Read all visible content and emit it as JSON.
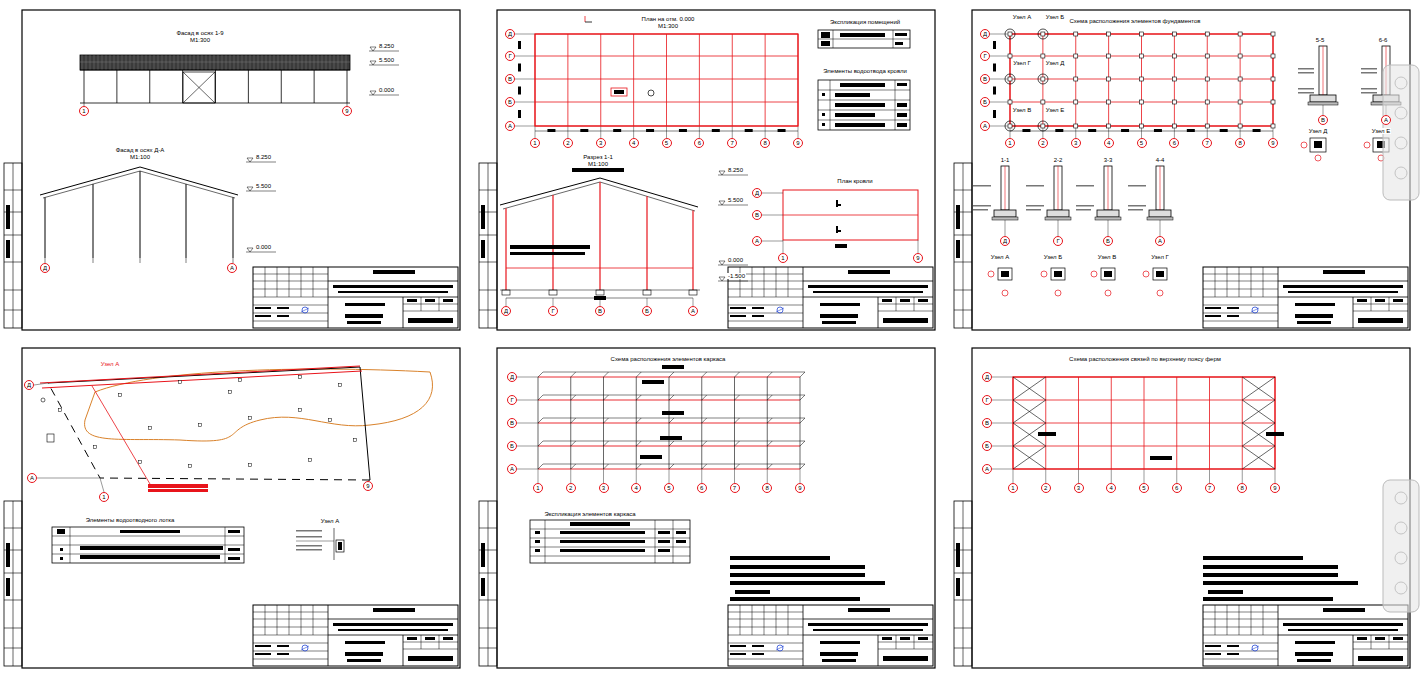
{
  "diagram": {
    "nodes": [
      {
        "text": [
          "1"
        ]
      },
      {
        "text": [
          "9"
        ]
      },
      {
        "text": [
          "Д"
        ]
      },
      {
        "text": [
          "А"
        ]
      },
      {
        "text": [
          "Д"
        ]
      },
      {
        "text": [
          "Г"
        ]
      },
      {
        "text": [
          "В"
        ]
      },
      {
        "text": [
          "Б"
        ]
      },
      {
        "text": [
          "А"
        ]
      },
      {
        "text": [
          "1"
        ]
      },
      {
        "text": [
          "2"
        ]
      },
      {
        "text": [
          "3"
        ]
      },
      {
        "text": [
          "4"
        ]
      },
      {
        "text": [
          "5"
        ]
      },
      {
        "text": [
          "6"
        ]
      },
      {
        "text": [
          "7"
        ]
      },
      {
        "text": [
          "8"
        ]
      },
      {
        "text": [
          "9"
        ]
      },
      {
        "text": [
          "Д"
        ]
      },
      {
        "text": [
          "Г"
        ]
      },
      {
        "text": [
          "В"
        ]
      },
      {
        "text": [
          "Б"
        ]
      },
      {
        "text": [
          "А"
        ]
      },
      {
        "text": [
          "Д"
        ]
      },
      {
        "text": [
          "В"
        ]
      },
      {
        "text": [
          "А"
        ]
      },
      {
        "text": [
          "1"
        ]
      },
      {
        "text": [
          "9"
        ]
      },
      {
        "text": [
          "Д"
        ]
      },
      {
        "text": [
          "Г"
        ]
      },
      {
        "text": [
          "В"
        ]
      },
      {
        "text": [
          "Б"
        ]
      },
      {
        "text": [
          "А"
        ]
      },
      {
        "text": [
          "1"
        ]
      },
      {
        "text": [
          "2"
        ]
      },
      {
        "text": [
          "3"
        ]
      },
      {
        "text": [
          "4"
        ]
      },
      {
        "text": [
          "5"
        ]
      },
      {
        "text": [
          "6"
        ]
      },
      {
        "text": [
          "7"
        ]
      },
      {
        "text": [
          "8"
        ]
      },
      {
        "text": [
          "9"
        ]
      },
      {
        "text": [
          "В"
        ]
      },
      {
        "text": [
          "А"
        ]
      },
      {
        "text": [
          "Д"
        ]
      },
      {
        "text": [
          "Г"
        ]
      },
      {
        "text": [
          "Б"
        ]
      },
      {
        "text": [
          "А"
        ]
      },
      {
        "text": [
          "Д"
        ]
      },
      {
        "text": [
          "А"
        ]
      },
      {
        "text": [
          "1"
        ]
      },
      {
        "text": [
          "9"
        ]
      },
      {
        "text": [
          "Д"
        ]
      },
      {
        "text": [
          "Г"
        ]
      },
      {
        "text": [
          "В"
        ]
      },
      {
        "text": [
          "Б"
        ]
      },
      {
        "text": [
          "А"
        ]
      },
      {
        "text": [
          "1"
        ]
      },
      {
        "text": [
          "2"
        ]
      },
      {
        "text": [
          "3"
        ]
      },
      {
        "text": [
          "4"
        ]
      },
      {
        "text": [
          "5"
        ]
      },
      {
        "text": [
          "6"
        ]
      },
      {
        "text": [
          "7"
        ]
      },
      {
        "text": [
          "8"
        ]
      },
      {
        "text": [
          "9"
        ]
      },
      {
        "text": [
          "Д"
        ]
      },
      {
        "text": [
          "Г"
        ]
      },
      {
        "text": [
          "В"
        ]
      },
      {
        "text": [
          "Б"
        ]
      },
      {
        "text": [
          "А"
        ]
      },
      {
        "text": [
          "1"
        ]
      },
      {
        "text": [
          "2"
        ]
      },
      {
        "text": [
          "3"
        ]
      },
      {
        "text": [
          "4"
        ]
      },
      {
        "text": [
          "5"
        ]
      },
      {
        "text": [
          "6"
        ]
      },
      {
        "text": [
          "7"
        ]
      },
      {
        "text": [
          "8"
        ]
      },
      {
        "text": [
          "9"
        ]
      }
    ],
    "labels": [
      "Фасад в осях 1-9",
      "М1:300",
      "8.250",
      "5.500",
      "0.000",
      "Фасад в осях Д-А",
      "М1:100",
      "8.250",
      "5.500",
      "0.000",
      "План на отм. 0.000",
      "М1:300",
      "Экспликация помещений",
      "Элементы водоотвода кровли",
      "Разрез 1-1",
      "М1:100",
      "8.250",
      "5.500",
      "0.000",
      "-1.500",
      "План кровли",
      "Схема расположения элементов фундаментов",
      "Узел А",
      "Узел Б",
      "Узел Г",
      "Узел Д",
      "Узел В",
      "Узел Е",
      "5-5",
      "6-6",
      "Узел Д",
      "Узел Е",
      "1-1",
      "2-2",
      "3-3",
      "4-4",
      "Узел А",
      "Узел Б",
      "Узел В",
      "Узел Г",
      "Узел А",
      "Элементы водоотводного лотка",
      "Узел А",
      "Схема расположения элементов каркаса",
      "Экспликация элементов каркаса",
      "Схема расположения связей по верхнему поясу ферм"
    ]
  }
}
